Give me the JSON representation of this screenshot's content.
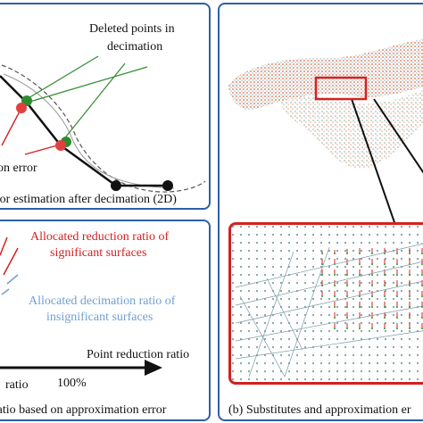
{
  "panel_top_left": {
    "deleted_points_line1": "Deleted points in",
    "deleted_points_line2": "decimation",
    "error_label_fragment": "on error",
    "caption": "ror estimation after decimation (2D)"
  },
  "panel_bottom_left": {
    "significant_line1": "Allocated reduction ratio of",
    "significant_line2": "significant surfaces",
    "insignificant_line1": "Allocated decimation ratio of",
    "insignificant_line2": "insignificant surfaces",
    "axis_label": "Point reduction ratio",
    "ratio_fragment": "ratio",
    "percent_tick": "100%",
    "caption": "ratio based on approximation error"
  },
  "panel_right": {
    "caption": "(b) Substitutes and approximation er"
  },
  "colors": {
    "panel_border": "#2f5fa8",
    "highlight_red": "#d42020",
    "significant_text": "#d42020",
    "insignificant_text": "#6fa0d0",
    "deleted_point_green": "#2e8b2e",
    "curve_black": "#111111"
  }
}
